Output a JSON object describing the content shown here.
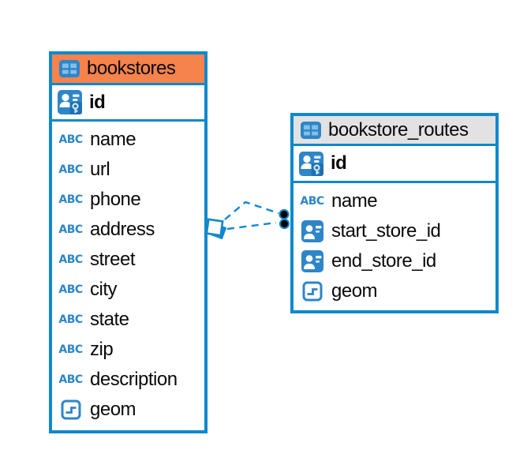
{
  "colors": {
    "table_border": "#1088cd",
    "accent_blue": "#2e86c8",
    "icon_cell_blue": "#85bfe6",
    "connector_blue": "#1088cd",
    "bookstores_header": "#f6824c",
    "routes_header": "#e2e2e2",
    "text": "#0a0a0a"
  },
  "type_labels": {
    "text": "ABC"
  },
  "tables": [
    {
      "name": "bookstores",
      "header_color": "#f6824c",
      "header_icon": "table-icon",
      "primary_key": {
        "name": "id",
        "icon": "primary-key-icon"
      },
      "columns": [
        {
          "name": "name",
          "icon": "text-type-icon"
        },
        {
          "name": "url",
          "icon": "text-type-icon"
        },
        {
          "name": "phone",
          "icon": "text-type-icon"
        },
        {
          "name": "address",
          "icon": "text-type-icon"
        },
        {
          "name": "street",
          "icon": "text-type-icon"
        },
        {
          "name": "city",
          "icon": "text-type-icon"
        },
        {
          "name": "state",
          "icon": "text-type-icon"
        },
        {
          "name": "zip",
          "icon": "text-type-icon"
        },
        {
          "name": "description",
          "icon": "text-type-icon"
        },
        {
          "name": "geom",
          "icon": "geometry-type-icon"
        }
      ]
    },
    {
      "name": "bookstore_routes",
      "header_color": "#e2e2e2",
      "header_icon": "table-icon",
      "primary_key": {
        "name": "id",
        "icon": "primary-key-icon"
      },
      "columns": [
        {
          "name": "name",
          "icon": "text-type-icon"
        },
        {
          "name": "start_store_id",
          "icon": "reference-type-icon"
        },
        {
          "name": "end_store_id",
          "icon": "reference-type-icon"
        },
        {
          "name": "geom",
          "icon": "geometry-type-icon"
        }
      ]
    }
  ],
  "relationships": {
    "between": [
      "bookstores",
      "bookstore_routes"
    ],
    "line_count": 2,
    "style": "dashed"
  }
}
